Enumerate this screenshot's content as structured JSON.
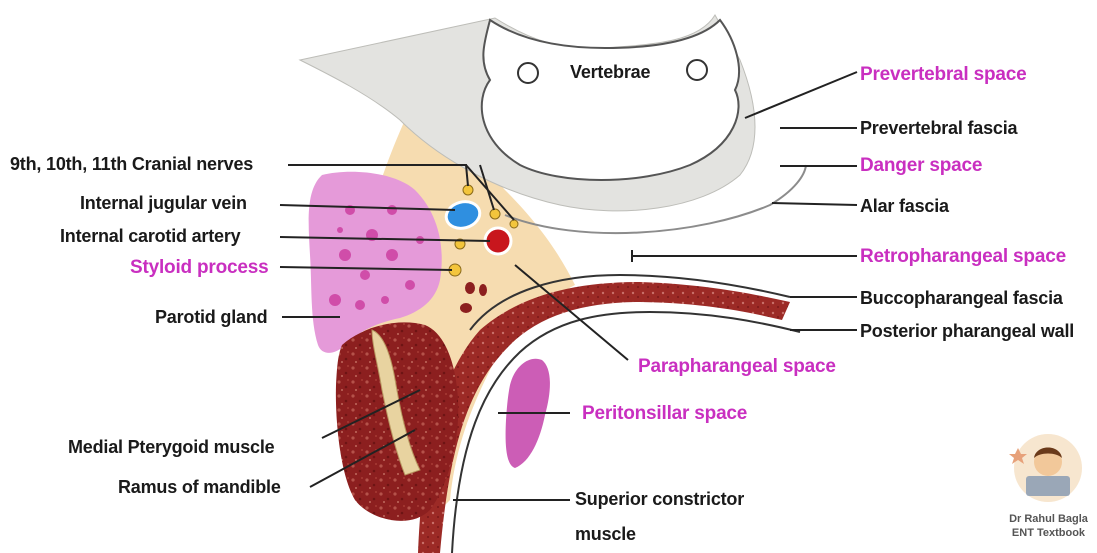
{
  "labels": {
    "vertebrae": "Vertebrae",
    "prevertebral_space": "Prevertebral space",
    "prevertebral_fascia": "Prevertebral fascia",
    "danger_space": "Danger space",
    "alar_fascia": "Alar fascia",
    "retropharangeal_space": "Retropharangeal space",
    "buccopharangeal_fascia": "Buccopharangeal fascia",
    "posterior_pharangeal_wall": "Posterior pharangeal wall",
    "parapharangeal_space": "Parapharangeal space",
    "peritonsillar_space": "Peritonsillar space",
    "superior_constrictor_line1": "Superior constrictor",
    "superior_constrictor_line2": "muscle",
    "cranial_nerves": "9th, 10th, 11th Cranial nerves",
    "internal_jugular_vein": "Internal jugular vein",
    "internal_carotid_artery": "Internal carotid artery",
    "styloid_process": "Styloid process",
    "parotid_gland": "Parotid gland",
    "medial_pterygoid_muscle": "Medial Pterygoid muscle",
    "ramus_of_mandible": "Ramus of mandible"
  },
  "credit": {
    "author": "Dr Rahul Bagla",
    "book": "ENT Textbook"
  },
  "colors": {
    "label_black": "#1a1a1a",
    "label_magenta": "#c92fc0",
    "vertebra_grey": "#e3e3e0",
    "parapharyngeal_tan": "#f6dcb0",
    "parotid_pink": "#e59ad9",
    "muscle_red": "#8c1f1f",
    "vein_blue": "#2f8fe0",
    "artery_red": "#c8161d",
    "nerve_yellow": "#f3c53c"
  }
}
